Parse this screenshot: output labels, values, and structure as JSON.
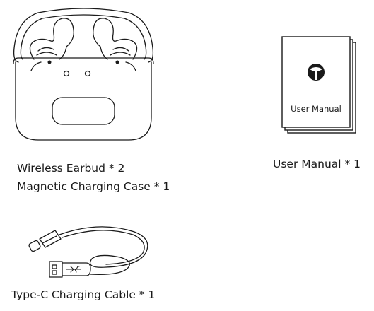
{
  "items": {
    "case": {
      "lines": [
        "Wireless Earbud * 2",
        "Magnetic Charging Case * 1"
      ],
      "icon": "earbuds-in-charging-case-illustration"
    },
    "manual": {
      "caption": "User Manual * 1",
      "cover_label": "User Manual",
      "icon": "user-manual-booklet-illustration"
    },
    "cable": {
      "caption": "Type-C Charging Cable * 1",
      "icon": "usb-type-c-cable-illustration"
    }
  },
  "colors": {
    "line": "#1a1a1a",
    "background": "#ffffff"
  }
}
